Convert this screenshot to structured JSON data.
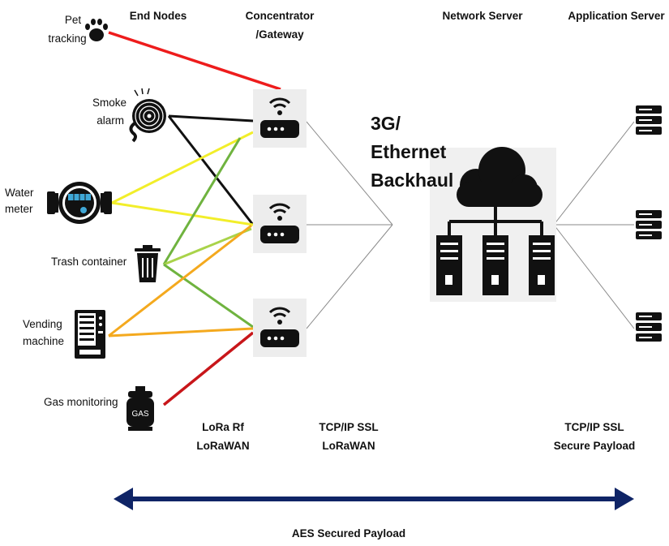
{
  "headers": {
    "end_nodes": "End Nodes",
    "concentrator_line1": "Concentrator",
    "concentrator_line2": "/Gateway",
    "network_server": "Network Server",
    "application_server": "Application Server"
  },
  "end_nodes": [
    {
      "id": "pet",
      "line1": "Pet",
      "line2": "tracking",
      "icon": "paw-icon"
    },
    {
      "id": "smoke",
      "line1": "Smoke",
      "line2": "alarm",
      "icon": "smoke-detector-icon"
    },
    {
      "id": "water",
      "line1": "Water",
      "line2": "meter",
      "icon": "water-meter-icon"
    },
    {
      "id": "trash",
      "line1": "Trash container",
      "icon": "trash-can-icon"
    },
    {
      "id": "vending",
      "line1": "Vending",
      "line2": "machine",
      "icon": "vending-machine-icon"
    },
    {
      "id": "gas",
      "line1": "Gas monitoring",
      "icon": "gas-cylinder-icon",
      "icon_text": "GAS"
    }
  ],
  "backhaul": {
    "line1": "3G/",
    "line2": "Ethernet",
    "line3": "Backhaul"
  },
  "protocols": {
    "lora_line1": "LoRa Rf",
    "lora_line2": "LoRaWAN",
    "tcp1_line1": "TCP/IP SSL",
    "tcp1_line2": "LoRaWAN",
    "tcp2_line1": "TCP/IP SSL",
    "tcp2_line2": "Secure Payload"
  },
  "aes_label": "AES Secured Payload",
  "colors": {
    "red": "#ee1c1c",
    "dark_red": "#c8161a",
    "black": "#111111",
    "yellow": "#f2ee2a",
    "green": "#6fb33f",
    "light_green": "#a9d34a",
    "orange": "#f4a91e",
    "gray_line": "#8a8a8a",
    "arrow": "#0f2466"
  }
}
